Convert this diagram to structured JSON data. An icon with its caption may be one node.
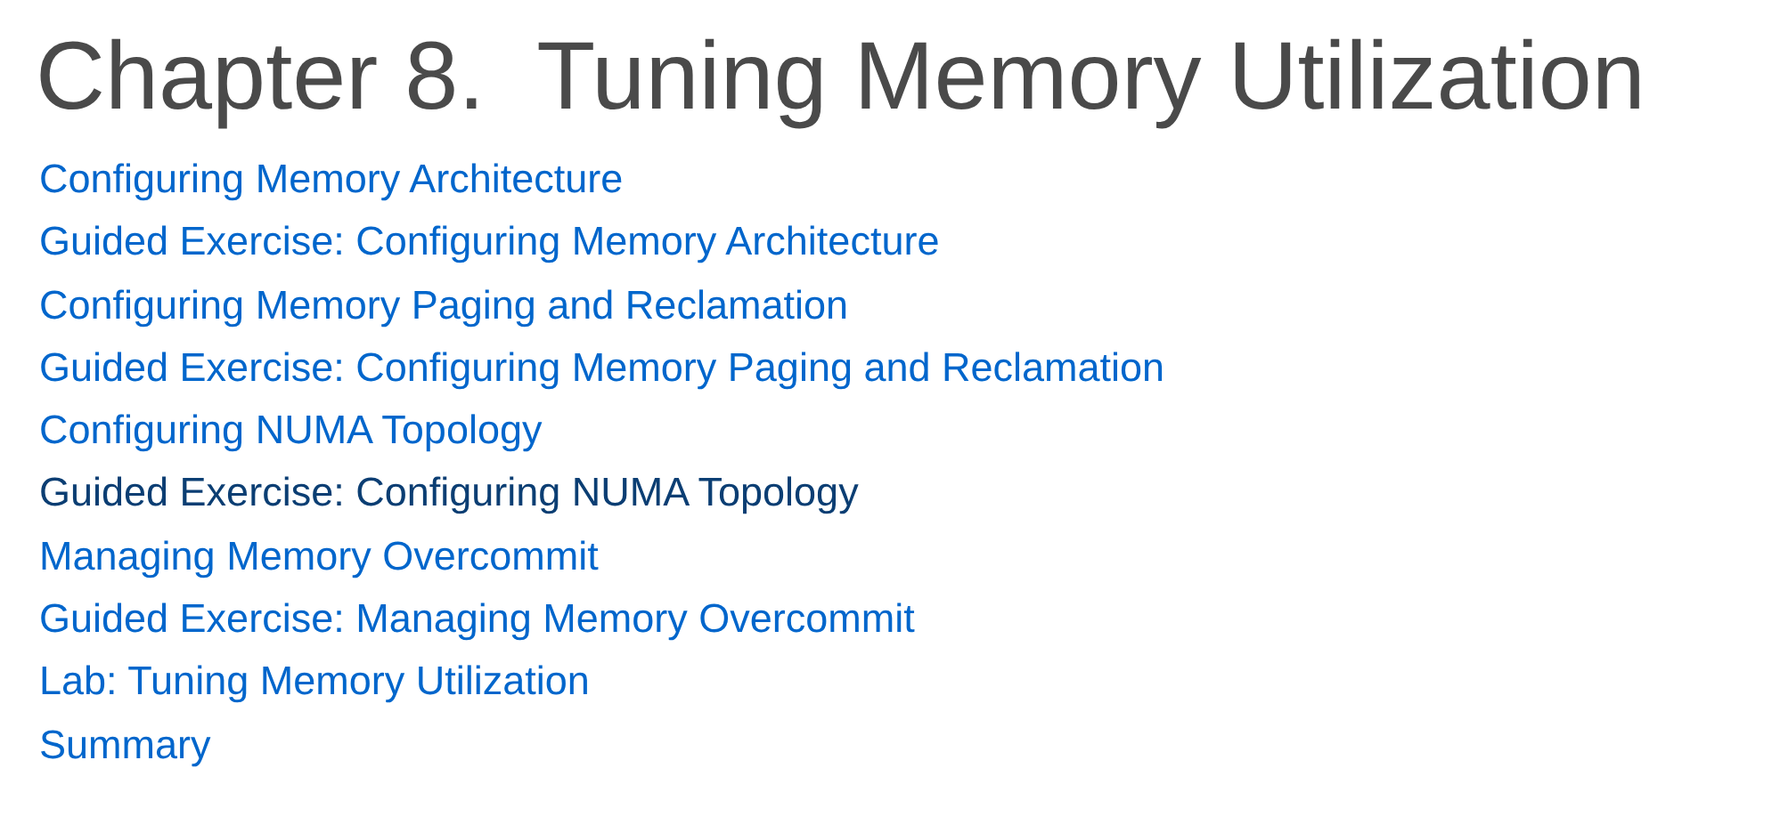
{
  "diagram": {
    "title": "Chapter 8.  Tuning Memory Utilization",
    "labels": [
      "Configuring Memory Architecture",
      "Guided Exercise: Configuring Memory Architecture",
      "Configuring Memory Paging and Reclamation",
      "Guided Exercise: Configuring Memory Paging and Reclamation",
      "Configuring NUMA Topology",
      "Guided Exercise: Configuring NUMA Topology",
      "Managing Memory Overcommit",
      "Guided Exercise: Managing Memory Overcommit",
      "Lab: Tuning Memory Utilization",
      "Summary"
    ]
  }
}
